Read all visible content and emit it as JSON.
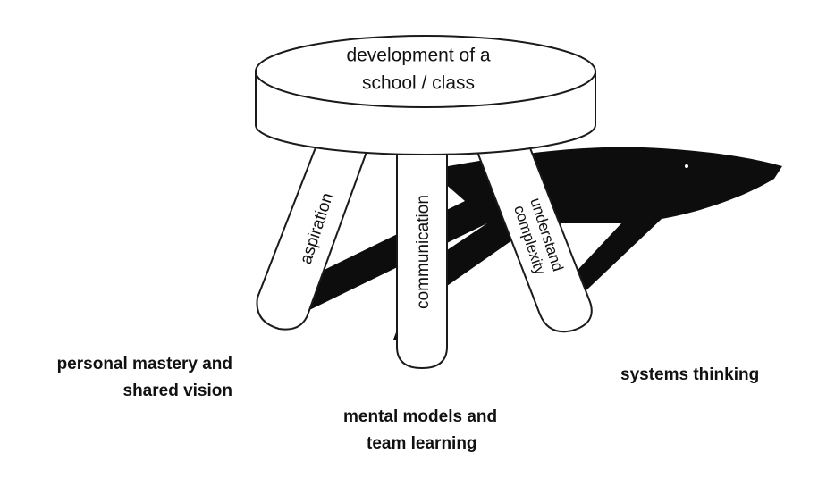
{
  "seat": {
    "line1": "development of a",
    "line2": "school / class"
  },
  "legs": {
    "left": "aspiration",
    "middle": "communication",
    "right_line1": "understand",
    "right_line2": "complexity"
  },
  "captions": {
    "left_line1": "personal mastery and",
    "left_line2": "shared vision",
    "middle_line1": "mental models and",
    "middle_line2": "team learning",
    "right": "systems thinking"
  },
  "colors": {
    "stroke": "#1a1a1a",
    "shadow": "#0d0d0d",
    "fill": "#ffffff"
  }
}
